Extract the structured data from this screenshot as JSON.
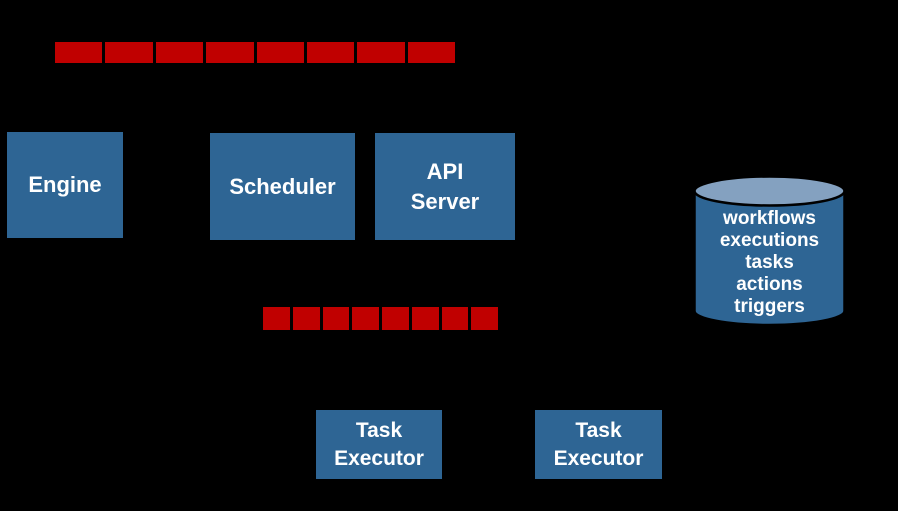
{
  "colors": {
    "background": "#000000",
    "queue-red": "#c00000",
    "node-blue": "#2e6594",
    "cylinder-top": "#84a1c0",
    "label-text": "#ffffff",
    "outline": "#000000"
  },
  "queues": {
    "top": {
      "segments": 8
    },
    "bottom": {
      "segments": 8
    }
  },
  "nodes": {
    "engine": {
      "label": "Engine"
    },
    "scheduler": {
      "label": "Scheduler"
    },
    "api_server": {
      "label": "API\nServer"
    },
    "task_executor_1": {
      "label": "Task\nExecutor"
    },
    "task_executor_2": {
      "label": "Task\nExecutor"
    }
  },
  "database": {
    "items": [
      "workflows",
      "executions",
      "tasks",
      "actions",
      "triggers"
    ]
  }
}
